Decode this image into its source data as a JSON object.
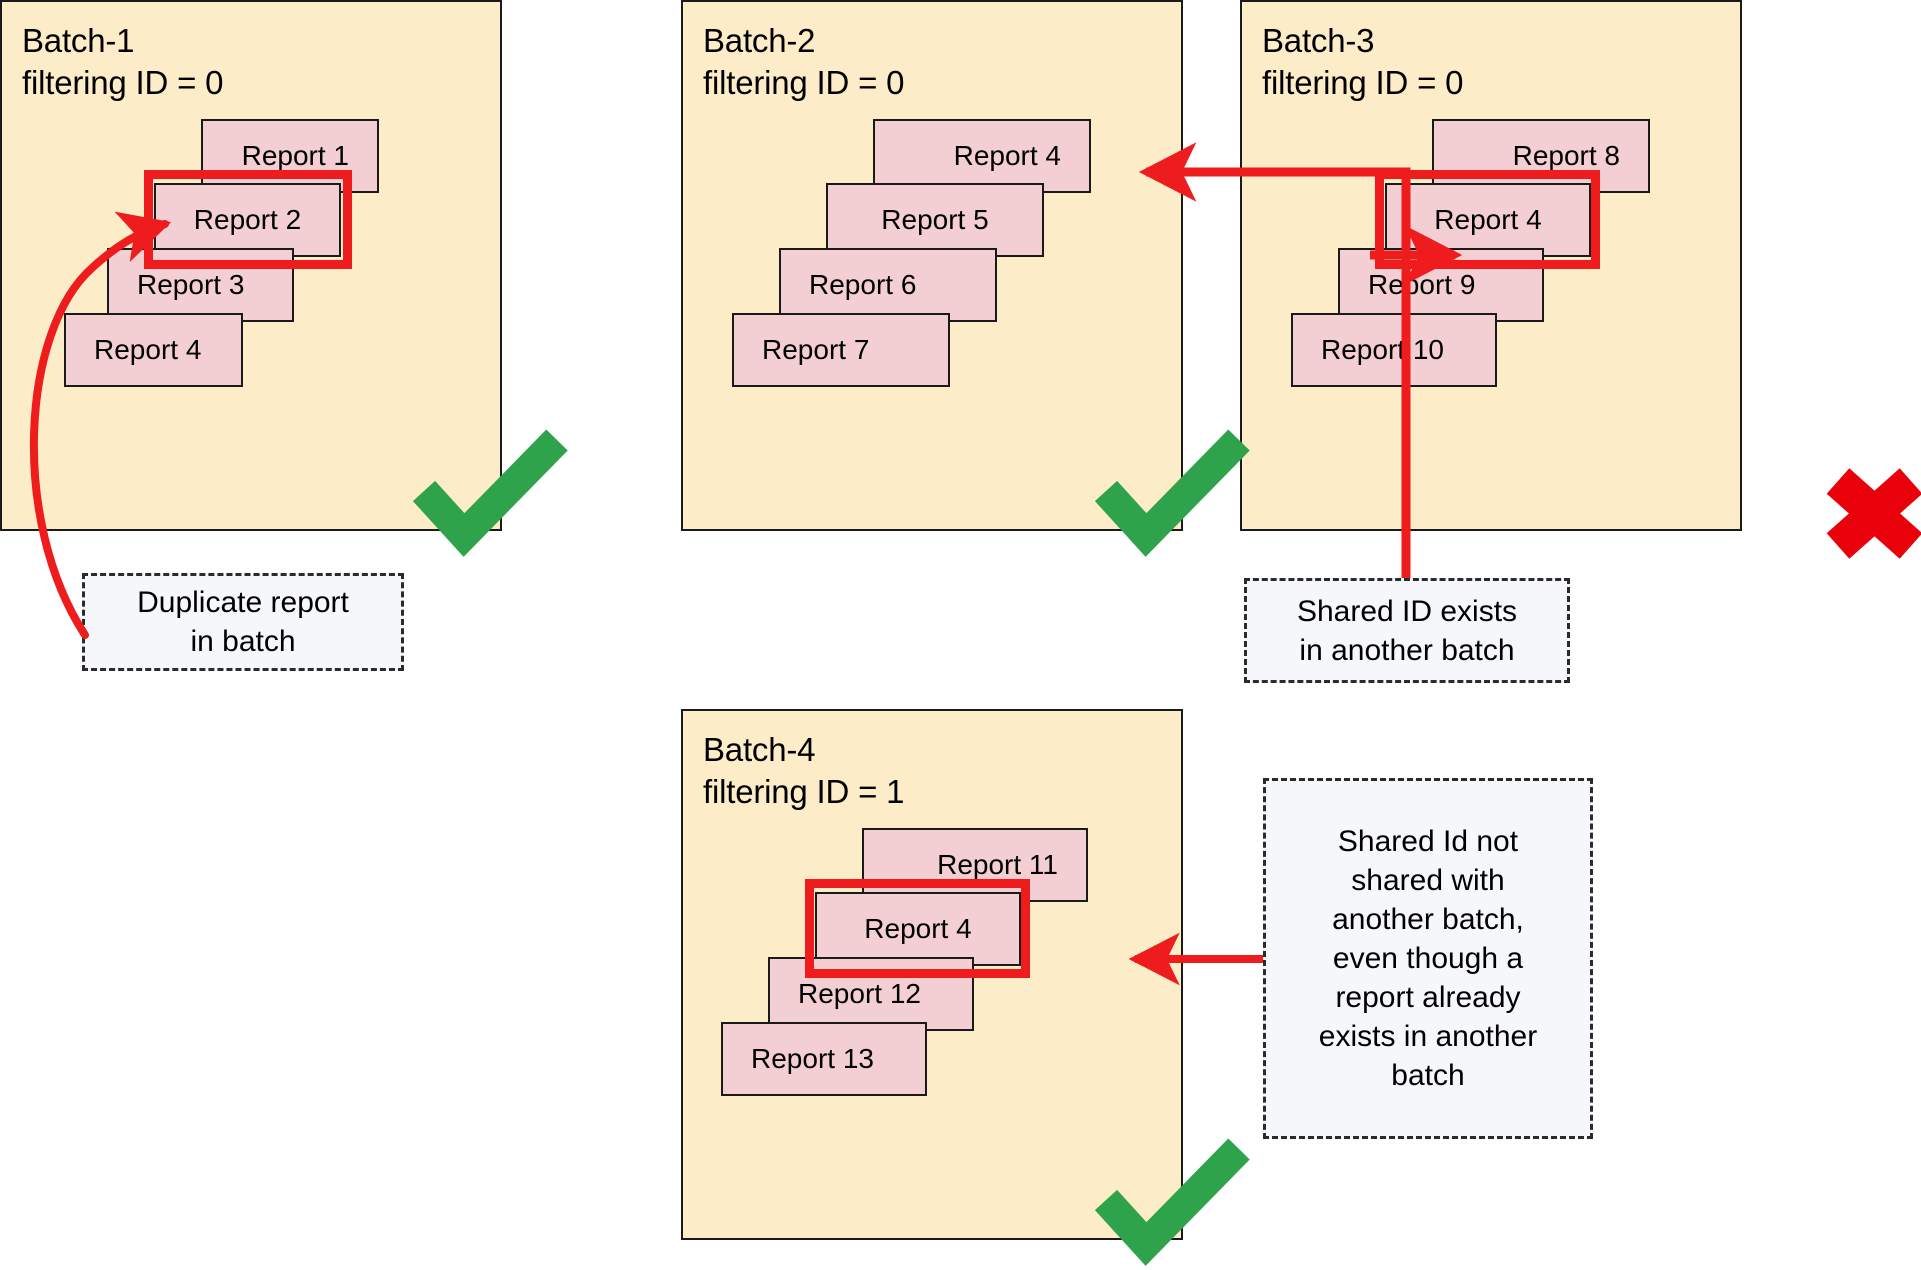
{
  "diagram": {
    "title": "Batch report filtering-ID duplication diagram",
    "colors": {
      "batch_fill": "#fdecc8",
      "report_fill": "#f3cfd3",
      "highlight_red": "#ee1c1c",
      "check_green": "#2fa24c",
      "cross_red": "#e8000b",
      "callout_fill": "#f5f7fa",
      "outline_black": "#1a1a1a"
    }
  },
  "batches": [
    {
      "id": "batch-1",
      "name": "Batch-1",
      "filter_label": "filtering ID = 0",
      "title_text": "Batch-1\nfiltering ID = 0",
      "status": "valid",
      "status_mark": "check",
      "reports": [
        "Report 1",
        "Report 2",
        "Report 3",
        "Report 4"
      ],
      "highlighted_report": "Report 2"
    },
    {
      "id": "batch-2",
      "name": "Batch-2",
      "filter_label": "filtering ID = 0",
      "title_text": "Batch-2\nfiltering ID = 0",
      "status": "valid",
      "status_mark": "check",
      "reports": [
        "Report 4",
        "Report 5",
        "Report 6",
        "Report 7"
      ],
      "highlighted_report": null
    },
    {
      "id": "batch-3",
      "name": "Batch-3",
      "filter_label": "filtering ID = 0",
      "title_text": "Batch-3\nfiltering ID = 0",
      "status": "invalid",
      "status_mark": "cross",
      "reports": [
        "Report 8",
        "Report 4",
        "Report 9",
        "Report 10"
      ],
      "highlighted_report": "Report 4"
    },
    {
      "id": "batch-4",
      "name": "Batch-4",
      "filter_label": "filtering ID = 1",
      "title_text": "Batch-4\nfiltering ID = 1",
      "status": "valid",
      "status_mark": "check",
      "reports": [
        "Report 11",
        "Report 4",
        "Report 12",
        "Report 13"
      ],
      "highlighted_report": "Report 4"
    }
  ],
  "callouts": [
    {
      "id": "callout-duplicate",
      "text": "Duplicate report\nin batch",
      "points_to": "batch-1 Report 2"
    },
    {
      "id": "callout-shared-id",
      "text": "Shared ID exists\nin another batch",
      "points_to": "batch-2 Report 4 and batch-3 Report 4"
    },
    {
      "id": "callout-not-shared",
      "text": "Shared Id not\nshared with\nanother batch,\neven though a\nreport already\nexists in another\nbatch",
      "points_to": "batch-4 Report 4"
    }
  ],
  "status_marks": [
    {
      "id": "check-batch-1",
      "type": "check",
      "for_batch": "Batch-1"
    },
    {
      "id": "check-batch-2",
      "type": "check",
      "for_batch": "Batch-2"
    },
    {
      "id": "cross-batch-3",
      "type": "cross",
      "for_batch": "Batch-3"
    },
    {
      "id": "check-batch-4",
      "type": "check",
      "for_batch": "Batch-4"
    }
  ]
}
